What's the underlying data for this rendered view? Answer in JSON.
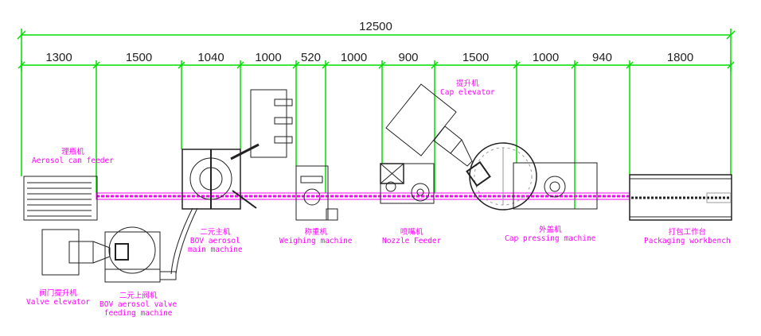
{
  "total_dimension": "12500",
  "segment_dimensions": [
    "1300",
    "1500",
    "1040",
    "1000",
    "520",
    "1000",
    "900",
    "1500",
    "1000",
    "940",
    "1800"
  ],
  "machines": {
    "can_feeder": {
      "cn": "理瓶机",
      "en": "Aerosol can feeder"
    },
    "bov_main": {
      "cn": "二元主机",
      "en1": "BOV aerosol",
      "en2": "main machine"
    },
    "weighing": {
      "cn": "称重机",
      "en": "Weighing machine"
    },
    "valve_elevator": {
      "cn": "阀门提升机",
      "en": "Valve elevator"
    },
    "bov_valve": {
      "cn": "二元上阀机",
      "en1": "BOV aerosol valve",
      "en2": "feeding machine"
    },
    "nozzle": {
      "cn": "喷嘴机",
      "en": "Nozzle Feeder"
    },
    "cap_elevator": {
      "cn": "提升机",
      "en": "Cap elevator"
    },
    "cap_pressing": {
      "cn": "外盖机",
      "en": "Cap pressing machine"
    },
    "packaging": {
      "cn": "打包工作台",
      "en": "Packaging workbench"
    }
  },
  "colors": {
    "dimension": "#00dd00",
    "conveyor": "#ff00ff",
    "label": "#ff00ff",
    "outline": "#222222"
  }
}
